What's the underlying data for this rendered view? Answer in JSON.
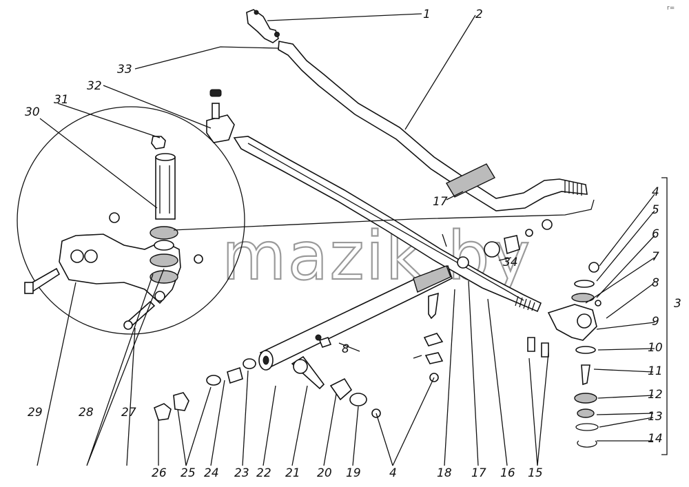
{
  "watermark": "mazik.by",
  "corner_mark": "r=",
  "callouts": {
    "c1": "1",
    "c2": "2",
    "c3": "3",
    "c4a": "4",
    "c4b": "4",
    "c5": "5",
    "c6": "6",
    "c7": "7",
    "c8a": "8",
    "c8b": "8",
    "c9": "9",
    "c10": "10",
    "c11": "11",
    "c12": "12",
    "c13": "13",
    "c14": "14",
    "c15": "15",
    "c16": "16",
    "c17a": "17",
    "c17b": "17",
    "c18": "18",
    "c19": "19",
    "c20": "20",
    "c21": "21",
    "c22": "22",
    "c23": "23",
    "c24": "24",
    "c25": "25",
    "c26": "26",
    "c27": "27",
    "c28": "28",
    "c29": "29",
    "c30": "30",
    "c31": "31",
    "c32": "32",
    "c33": "33",
    "c34": "34"
  }
}
